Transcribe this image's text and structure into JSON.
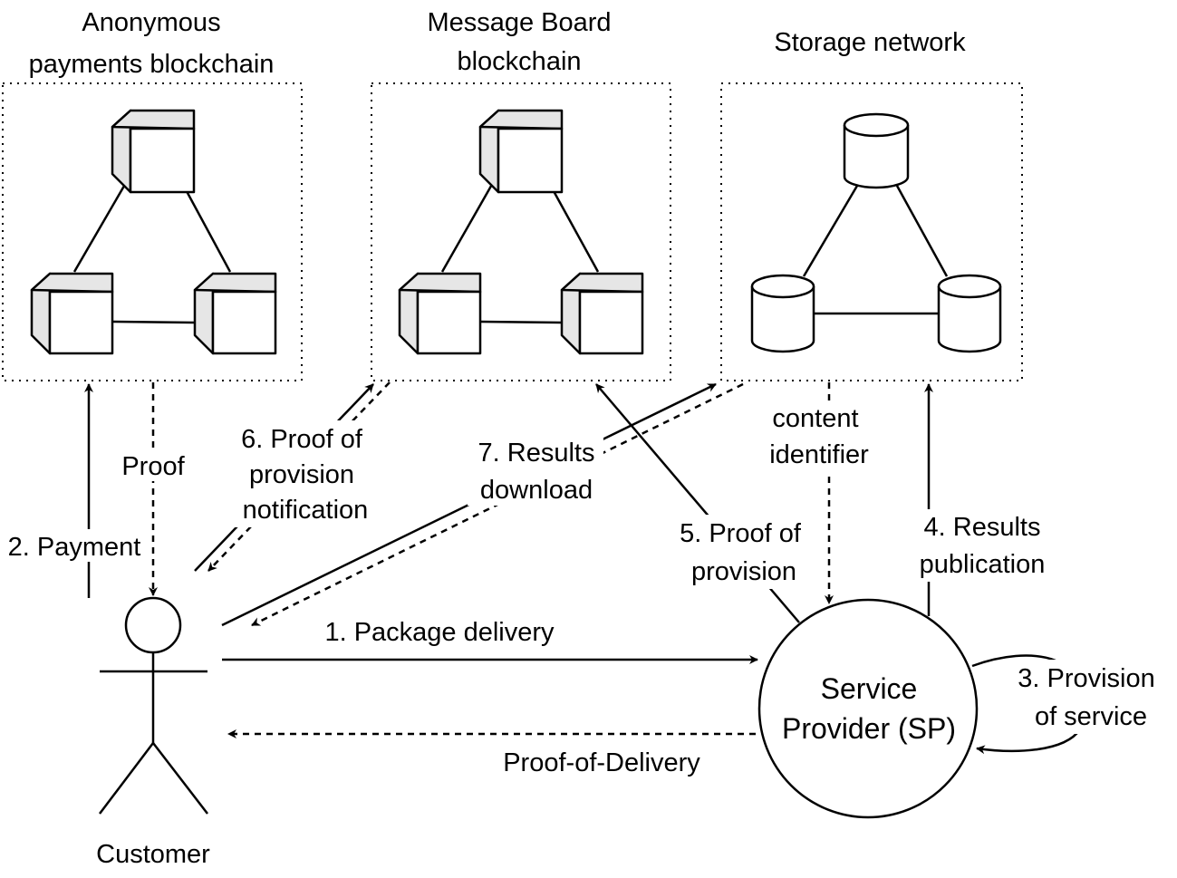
{
  "clusters": {
    "payments": {
      "title_line1": "Anonymous",
      "title_line2": "payments blockchain"
    },
    "board": {
      "title_line1": "Message Board",
      "title_line2": "blockchain"
    },
    "storage": {
      "title": "Storage network"
    }
  },
  "actors": {
    "customer": "Customer",
    "sp_line1": "Service",
    "sp_line2": "Provider (SP)"
  },
  "labels": {
    "proof": "Proof",
    "payment": "2. Payment",
    "proof_provision_notif": [
      "6. Proof of",
      "provision",
      "notification"
    ],
    "results_download": [
      "7. Results",
      "download"
    ],
    "content_identifier": [
      "content",
      "identifier"
    ],
    "proof_provision": [
      "5. Proof of",
      "provision"
    ],
    "results_publication": [
      "4. Results",
      "publication"
    ],
    "package_delivery": "1. Package delivery",
    "provision_service": [
      "3. Provision",
      "of service"
    ],
    "proof_of_delivery": "Proof-of-Delivery"
  }
}
